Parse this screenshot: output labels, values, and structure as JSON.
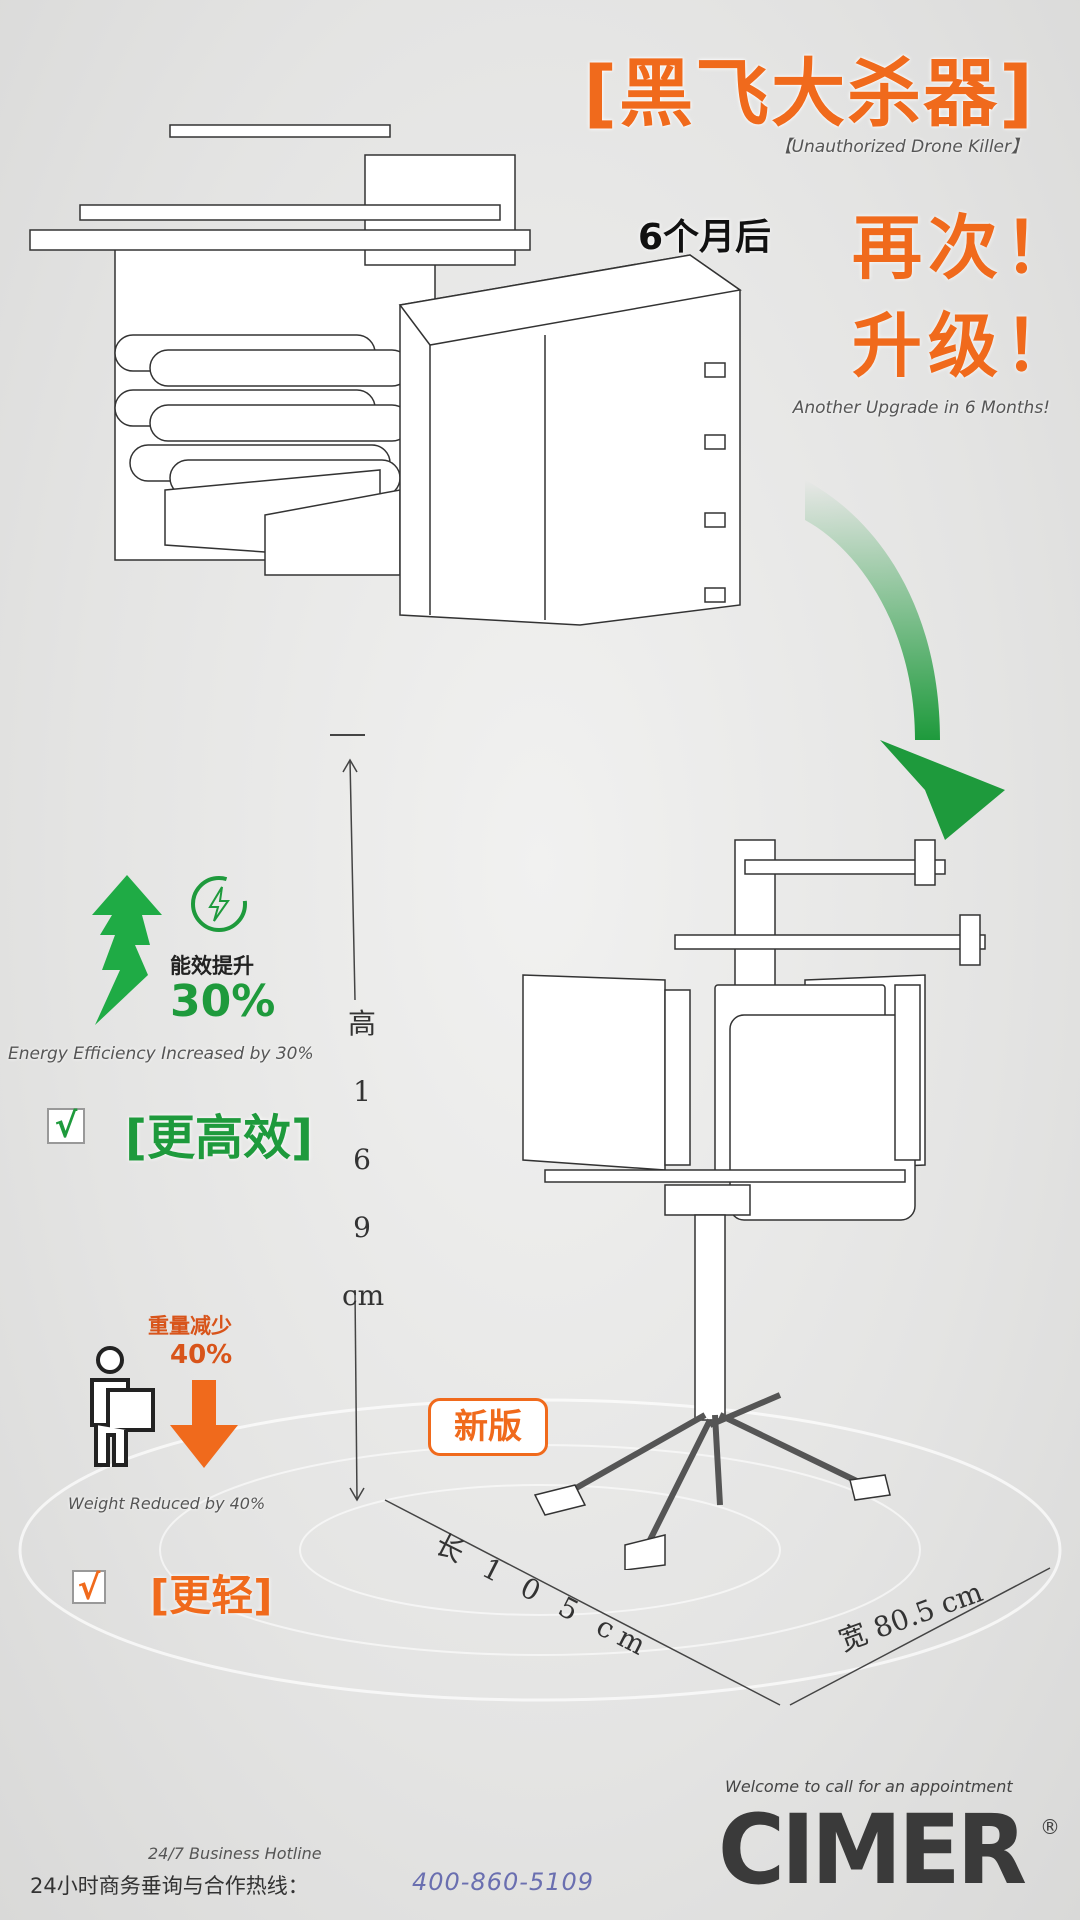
{
  "header": {
    "title": "[黑飞大杀器]",
    "subtitle": "【Unauthorized Drone Killer】",
    "months_label": "6个月后",
    "headline_1": "再次！",
    "headline_2": "升级！",
    "headline_caption": "Another Upgrade in 6 Months!"
  },
  "energy": {
    "label": "能效提升",
    "value": "30%",
    "caption": "Energy Efficiency Increased by 30%",
    "check_mark": "√",
    "check_label": "[更高效]"
  },
  "weight": {
    "label": "重量减少",
    "value": "40%",
    "caption": "Weight Reduced by 40%",
    "check_mark": "√",
    "check_label": "[更轻]"
  },
  "badge": {
    "label": "新版"
  },
  "dimensions": {
    "height_chars": [
      "高",
      "1",
      "6",
      "9",
      "cm"
    ],
    "length": "长 1 0 5 cm",
    "width": "宽 80.5 cm"
  },
  "footer": {
    "welcome": "Welcome to call for an appointment",
    "hotline_en": "24/7 Business Hotline",
    "hotline_cn": "24小时商务垂询与合作热线：",
    "phone": "400-860-5109",
    "brand": "CIMER",
    "registered": "®"
  },
  "colors": {
    "orange": "#f06a1c",
    "green": "#1e9a3c",
    "phone": "#6a6fb0"
  }
}
